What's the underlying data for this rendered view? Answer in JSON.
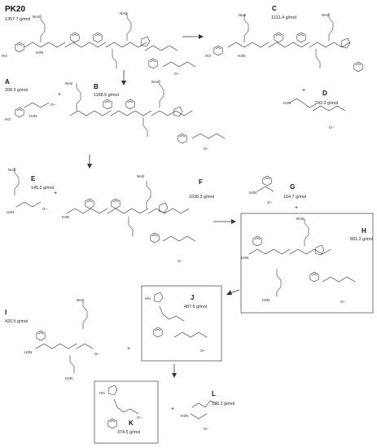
{
  "title": "PK20",
  "compounds": {
    "pk20": {
      "mw": "1357.7 g/mol"
    },
    "A": {
      "label": "A",
      "mw": "208.3 g/mol"
    },
    "B": {
      "label": "B",
      "mw": "1168.5 g/mol"
    },
    "C": {
      "label": "C",
      "mw": "1131.4 g/mol"
    },
    "D": {
      "label": "D",
      "mw": "243.3 g/mol"
    },
    "E": {
      "label": "E",
      "mw": "145.2 g/mol"
    },
    "F": {
      "label": "F",
      "mw": "1038.3 g/mol"
    },
    "G": {
      "label": "G",
      "mw": "164.7 g/mol"
    },
    "H": {
      "label": "H",
      "mw": "891.2 g/mol"
    },
    "I": {
      "label": "I",
      "mw": "420.5 g/mol"
    },
    "J": {
      "label": "J",
      "mw": "487.6 g/mol"
    },
    "K": {
      "label": "K",
      "mw": "374.5 g/mol"
    },
    "L": {
      "label": "L",
      "mw": "130.2 g/mol"
    }
  },
  "atoms": {
    "amine": "NH2",
    "ho": "HO",
    "h2n": "H2N",
    "hn": "HN",
    "nh": "NH",
    "n": "N",
    "o": "O",
    "ominus": "O−"
  },
  "symbols": {
    "plus": "+"
  },
  "highlighted": [
    "H",
    "J",
    "K"
  ]
}
